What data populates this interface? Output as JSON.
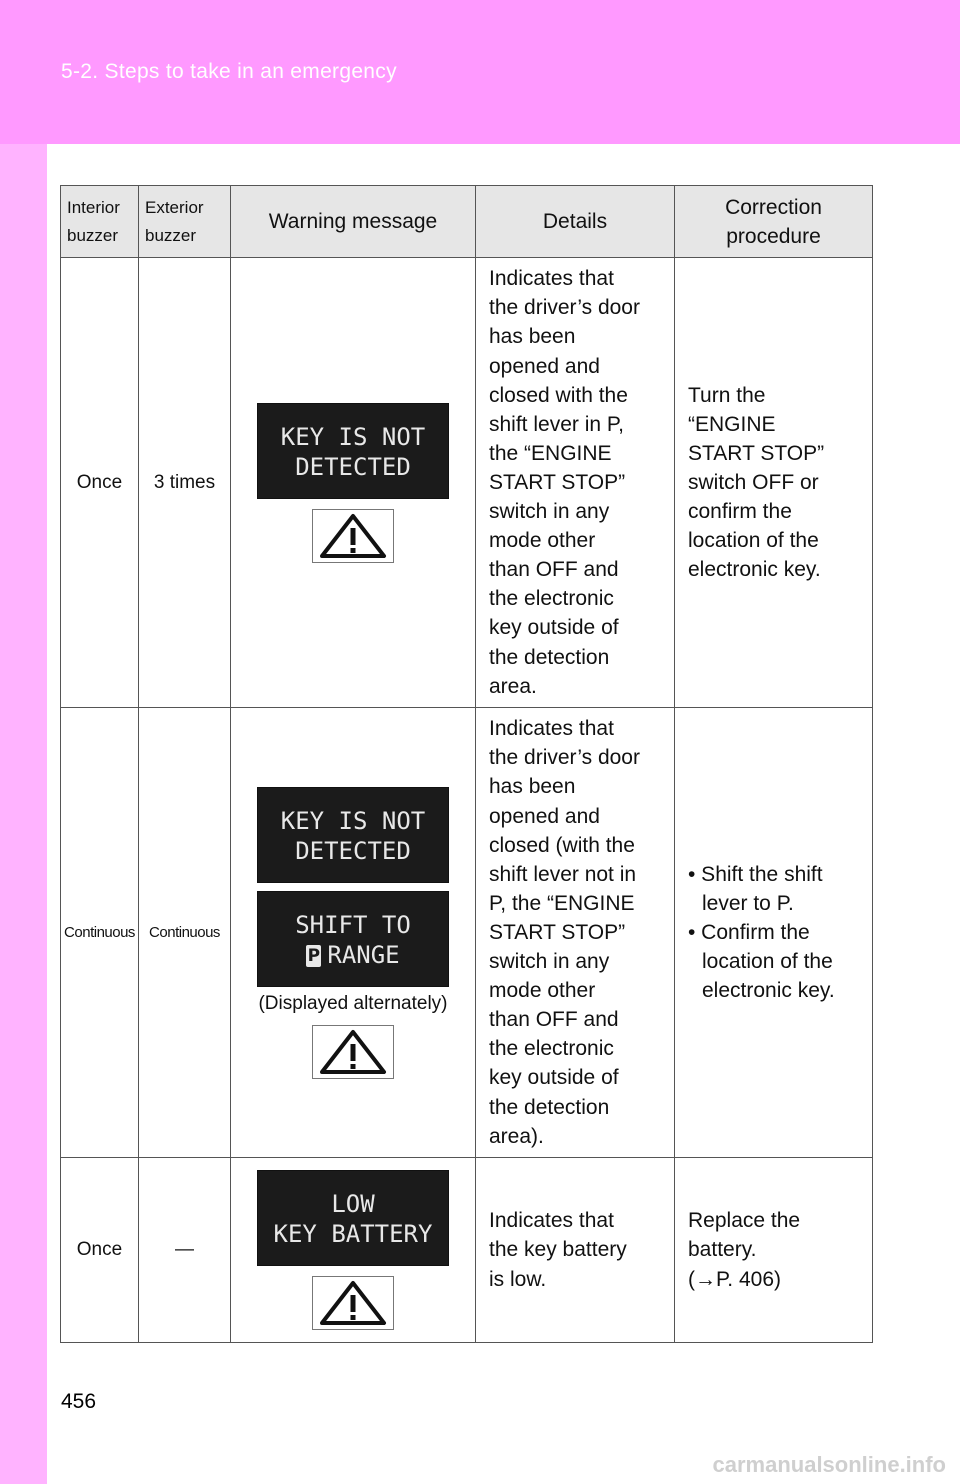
{
  "header": {
    "title": "5-2. Steps to take in an emergency"
  },
  "table": {
    "headers": {
      "interior_buzzer": [
        "Interior",
        "buzzer"
      ],
      "exterior_buzzer": [
        "Exterior",
        "buzzer"
      ],
      "warning_message": "Warning message",
      "details": "Details",
      "correction": [
        "Correction",
        "procedure"
      ]
    },
    "rows": [
      {
        "interior": "Once",
        "exterior": "3 times",
        "screens": [
          [
            "KEY IS NOT",
            "DETECTED"
          ]
        ],
        "details": [
          "Indicates that",
          "the driver’s door",
          "has been",
          "opened and",
          "closed with the",
          "shift lever in P,",
          "the “ENGINE",
          "START STOP”",
          "switch in any",
          "mode other",
          "than OFF and",
          "the electronic",
          "key outside of",
          "the detection",
          "area."
        ],
        "correction": [
          "Turn the",
          "“ENGINE",
          "START STOP”",
          "switch OFF or",
          "confirm the",
          "location of the",
          "electronic key."
        ]
      },
      {
        "interior": "Continuous",
        "exterior": "Continuous",
        "screens": [
          [
            "KEY IS NOT",
            "DETECTED"
          ],
          [
            "SHIFT TO",
            "RANGE"
          ]
        ],
        "p_icon": "P",
        "note": "(Displayed alternately)",
        "details": [
          "Indicates that",
          "the driver’s door",
          "has been",
          "opened and",
          "closed (with the",
          "shift lever not in",
          "P, the “ENGINE",
          "START STOP”",
          "switch in any",
          "mode other",
          "than OFF and",
          "the electronic",
          "key outside of",
          "the detection",
          "area)."
        ],
        "correction_bullets": [
          [
            "• Shift the shift",
            "lever to P."
          ],
          [
            "• Confirm the",
            "location of the",
            "electronic key."
          ]
        ]
      },
      {
        "interior": "Once",
        "exterior": "—",
        "screens": [
          [
            "LOW",
            "KEY BATTERY"
          ]
        ],
        "details": [
          "Indicates that",
          "the key battery",
          "is low."
        ],
        "correction": [
          "Replace the",
          "battery.",
          "(→P. 406)"
        ]
      }
    ],
    "warning_icon": "exclamation-triangle-icon"
  },
  "footer": {
    "page_number": "456",
    "watermark": "carmanualsonline.info"
  }
}
